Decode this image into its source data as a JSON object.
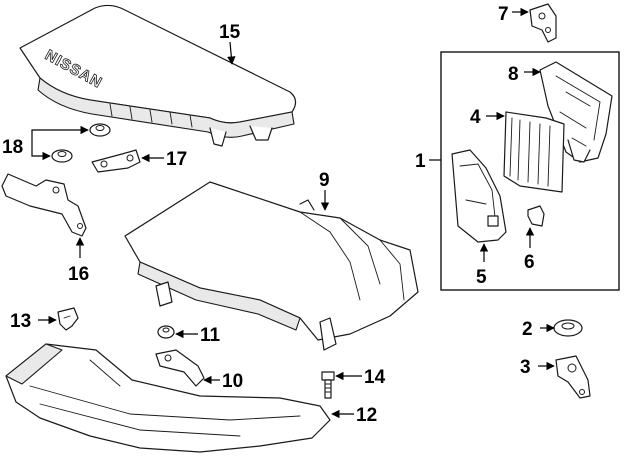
{
  "callouts": {
    "c1": "1",
    "c2": "2",
    "c3": "3",
    "c4": "4",
    "c5": "5",
    "c6": "6",
    "c7": "7",
    "c8": "8",
    "c9": "9",
    "c10": "10",
    "c11": "11",
    "c12": "12",
    "c13": "13",
    "c14": "14",
    "c15": "15",
    "c16": "16",
    "c17": "17",
    "c18": "18"
  },
  "cover_logo": "NISSAN"
}
